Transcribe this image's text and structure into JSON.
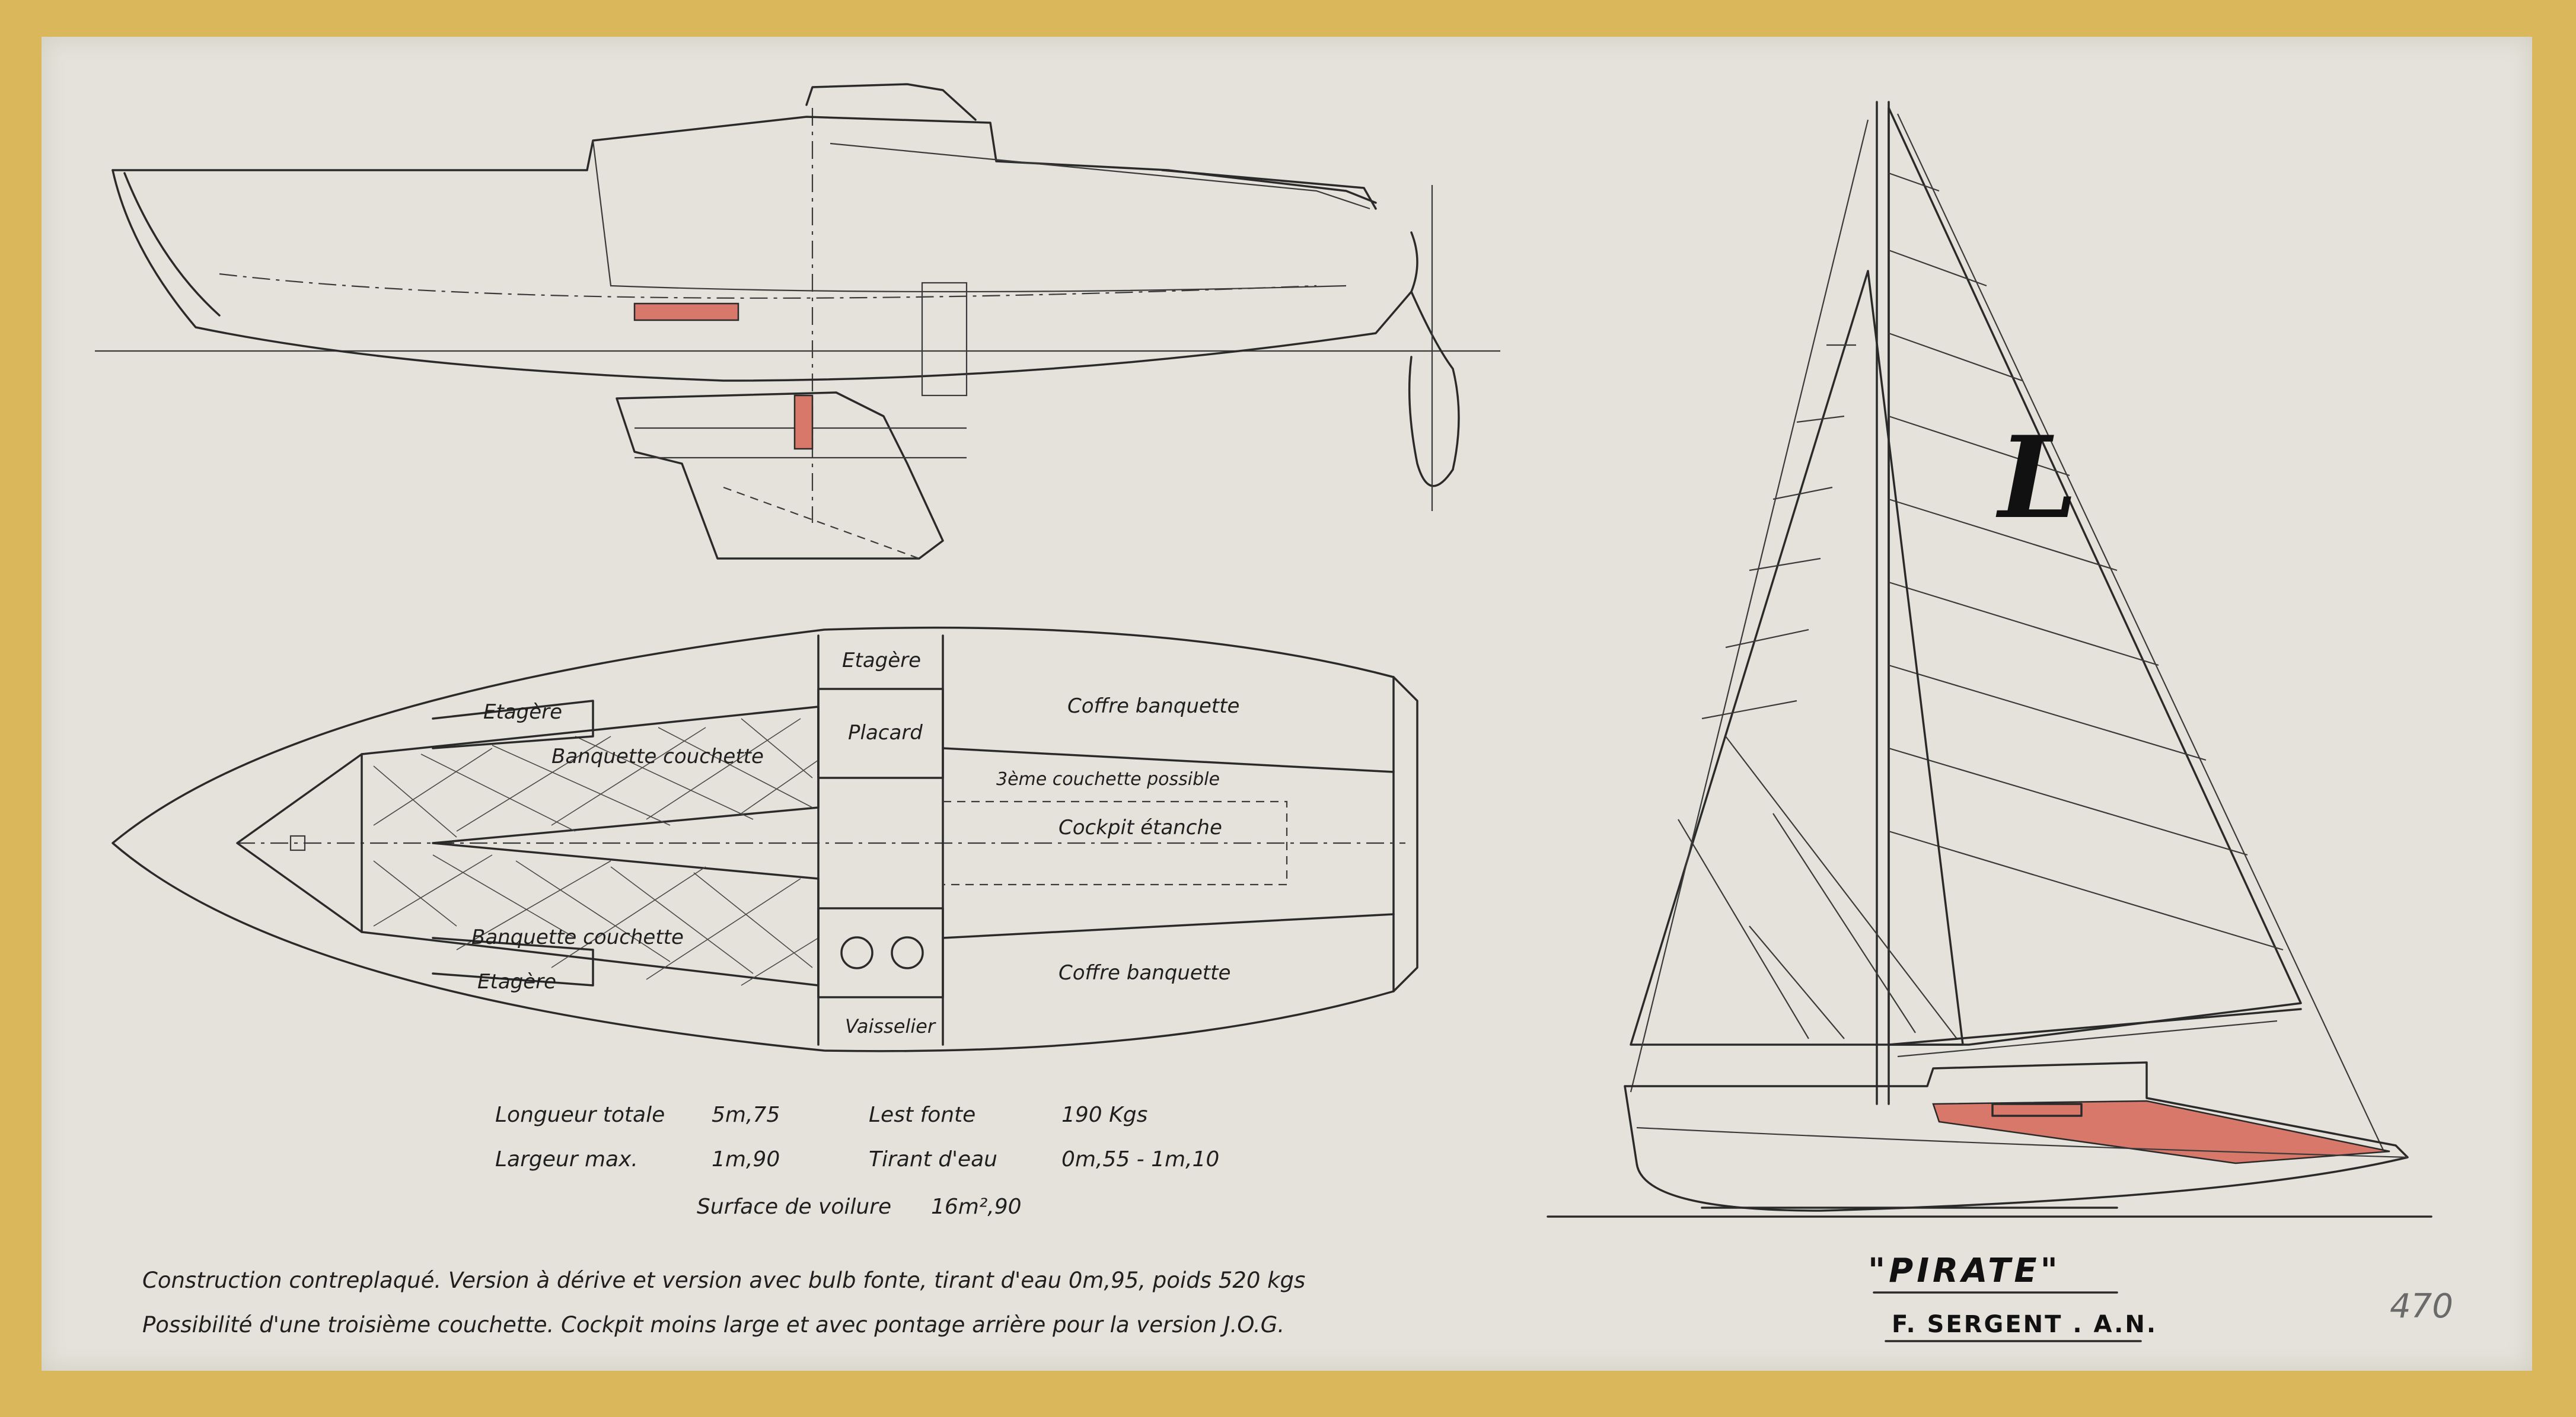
{
  "title": "\"PIRATE\"",
  "author": "F. SERGENT . A.N.",
  "sheet_number": "470",
  "colors": {
    "hull_red": "#d8786a",
    "ink": "#2a2a2a",
    "paper": "#e4e2da",
    "tape": "#d9b75a"
  },
  "sail_emblem": "L",
  "plan_labels": {
    "etagere_top": "Etagère",
    "etagere_port": "Etagère",
    "etagere_starboard": "Etagère",
    "banquette_couchette_top": "Banquette couchette",
    "banquette_couchette_bottom": "Banquette couchette",
    "placard": "Placard",
    "coffre_banquette_top": "Coffre banquette",
    "coffre_banquette_bottom": "Coffre banquette",
    "troisieme_couchette": "3ème couchette possible",
    "cockpit_etanche": "Cockpit étanche",
    "vaisselier": "Vaisselier"
  },
  "specs": {
    "longueur_label": "Longueur totale",
    "longueur_value": "5m,75",
    "largeur_label": "Largeur max.",
    "largeur_value": "1m,90",
    "lest_label": "Lest fonte",
    "lest_value": "190 Kgs",
    "tirant_label": "Tirant d'eau",
    "tirant_value": "0m,55 - 1m,10",
    "surface_label": "Surface de voilure",
    "surface_value": "16m²,90"
  },
  "notes": {
    "line1": "Construction contreplaqué. Version à dérive et version avec bulb fonte, tirant d'eau 0m,95, poids 520 kgs",
    "line2": "Possibilité d'une troisième couchette. Cockpit moins large et avec pontage arrière pour la version J.O.G."
  }
}
